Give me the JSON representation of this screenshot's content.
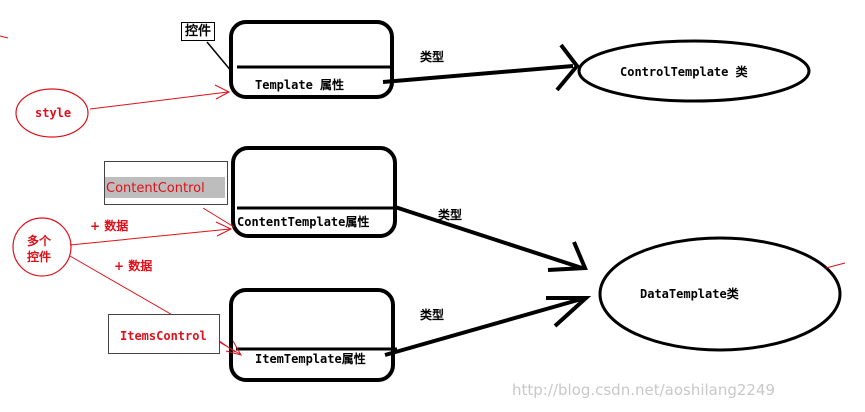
{
  "controls": {
    "top_label": "控件",
    "content_control": "ContentControl",
    "items_control": "ItemsControl",
    "style": "style",
    "multi_controls": "多个\n控件"
  },
  "properties": {
    "template": "Template 属性",
    "content_template": "ContentTemplate属性",
    "item_template": "ItemTemplate属性"
  },
  "classes": {
    "control_template": "ControlTemplate 类",
    "data_template": "DataTemplate类"
  },
  "edges": {
    "type_label": "类型",
    "data_label": "+ 数据"
  },
  "watermark": "http://blog.csdn.net/aoshilang2249",
  "colors": {
    "ink": "#000000",
    "accent": "#e0101a",
    "watermark": "#c8c8c8"
  }
}
